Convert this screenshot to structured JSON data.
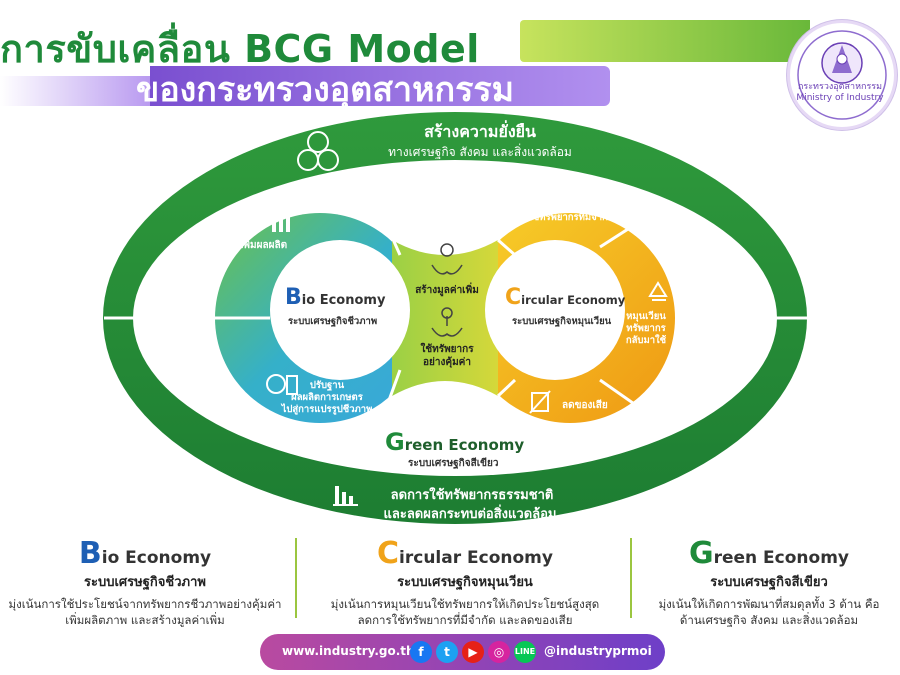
{
  "header": {
    "title_line1": "การขับเคลื่อน BCG Model",
    "title_line2": "ของกระทรวงอุตสาหกรรม",
    "logo_text_th": "กระทรวงอุตสาหกรรม",
    "logo_text_en": "Ministry of Industry"
  },
  "diagram": {
    "outer_top_title": "สร้างความยั่งยืน",
    "outer_top_sub": "ทางเศรษฐกิจ สังคม และสิ่งแวดล้อม",
    "outer_bottom_line1": "ลดการใช้ทรัพยากรธรรมชาติ",
    "outer_bottom_line2": "และลดผลกระทบต่อสิ่งแวดล้อม",
    "green_letter": "G",
    "green_rest": "reen Economy",
    "green_th": "ระบบเศรษฐกิจสีเขียว",
    "bio_letter": "B",
    "bio_rest": "io Economy",
    "bio_th": "ระบบเศรษฐกิจชีวภาพ",
    "circular_letter": "C",
    "circular_rest": "ircular Economy",
    "circular_th": "ระบบเศรษฐกิจหมุนเวียน",
    "bio_seg_top": "เพิ่มผลผลิต",
    "bio_seg_bottom_1": "ปรับฐาน",
    "bio_seg_bottom_2": "ผลผลิตการเกษตร",
    "bio_seg_bottom_3": "ไปสู่การแปรรูปชีวภาพ",
    "center_top": "สร้างมูลค่าเพิ่ม",
    "center_bottom_1": "ใช้ทรัพยากร",
    "center_bottom_2": "อย่างคุ้มค่า",
    "circ_seg_top": "ลดการใช้ทรัพยากรที่มีจำกัด",
    "circ_seg_right_1": "หมุนเวียน",
    "circ_seg_right_2": "ทรัพยากร",
    "circ_seg_right_3": "กลับมาใช้",
    "circ_seg_bottom": "ลดของเสีย"
  },
  "sections": [
    {
      "letter": "B",
      "rest": "io Economy",
      "th": "ระบบเศรษฐกิจชีวภาพ",
      "desc1": "มุ่งเน้นการใช้ประโยชน์จากทรัพยากรชีวภาพอย่างคุ้มค่า",
      "desc2": "เพิ่มผลิตภาพ และสร้างมูลค่าเพิ่ม",
      "color": "#1e5fb4"
    },
    {
      "letter": "C",
      "rest": "ircular Economy",
      "th": "ระบบเศรษฐกิจหมุนเวียน",
      "desc1": "มุ่งเน้นการหมุนเวียนใช้ทรัพยากรให้เกิดประโยชน์สูงสุด",
      "desc2": "ลดการใช้ทรัพยากรที่มีจำกัด และลดของเสีย",
      "color": "#f0a31a"
    },
    {
      "letter": "G",
      "rest": "reen Economy",
      "th": "ระบบเศรษฐกิจสีเขียว",
      "desc1": "มุ่งเน้นให้เกิดการพัฒนาที่สมดุลทั้ง 3 ด้าน คือ",
      "desc2": "ด้านเศรษฐกิจ สังคม และสิ่งแวดล้อม",
      "color": "#1f8a3a"
    }
  ],
  "footer": {
    "website": "www.industry.go.th",
    "handle": "@industryprmoi",
    "icons": [
      "facebook-icon",
      "twitter-icon",
      "youtube-icon",
      "instagram-icon",
      "line-icon"
    ]
  },
  "colors": {
    "green": "#1f8a3a",
    "blue": "#2aa6d8",
    "orange": "#f0a31a",
    "purple": "#6e3fc8"
  }
}
